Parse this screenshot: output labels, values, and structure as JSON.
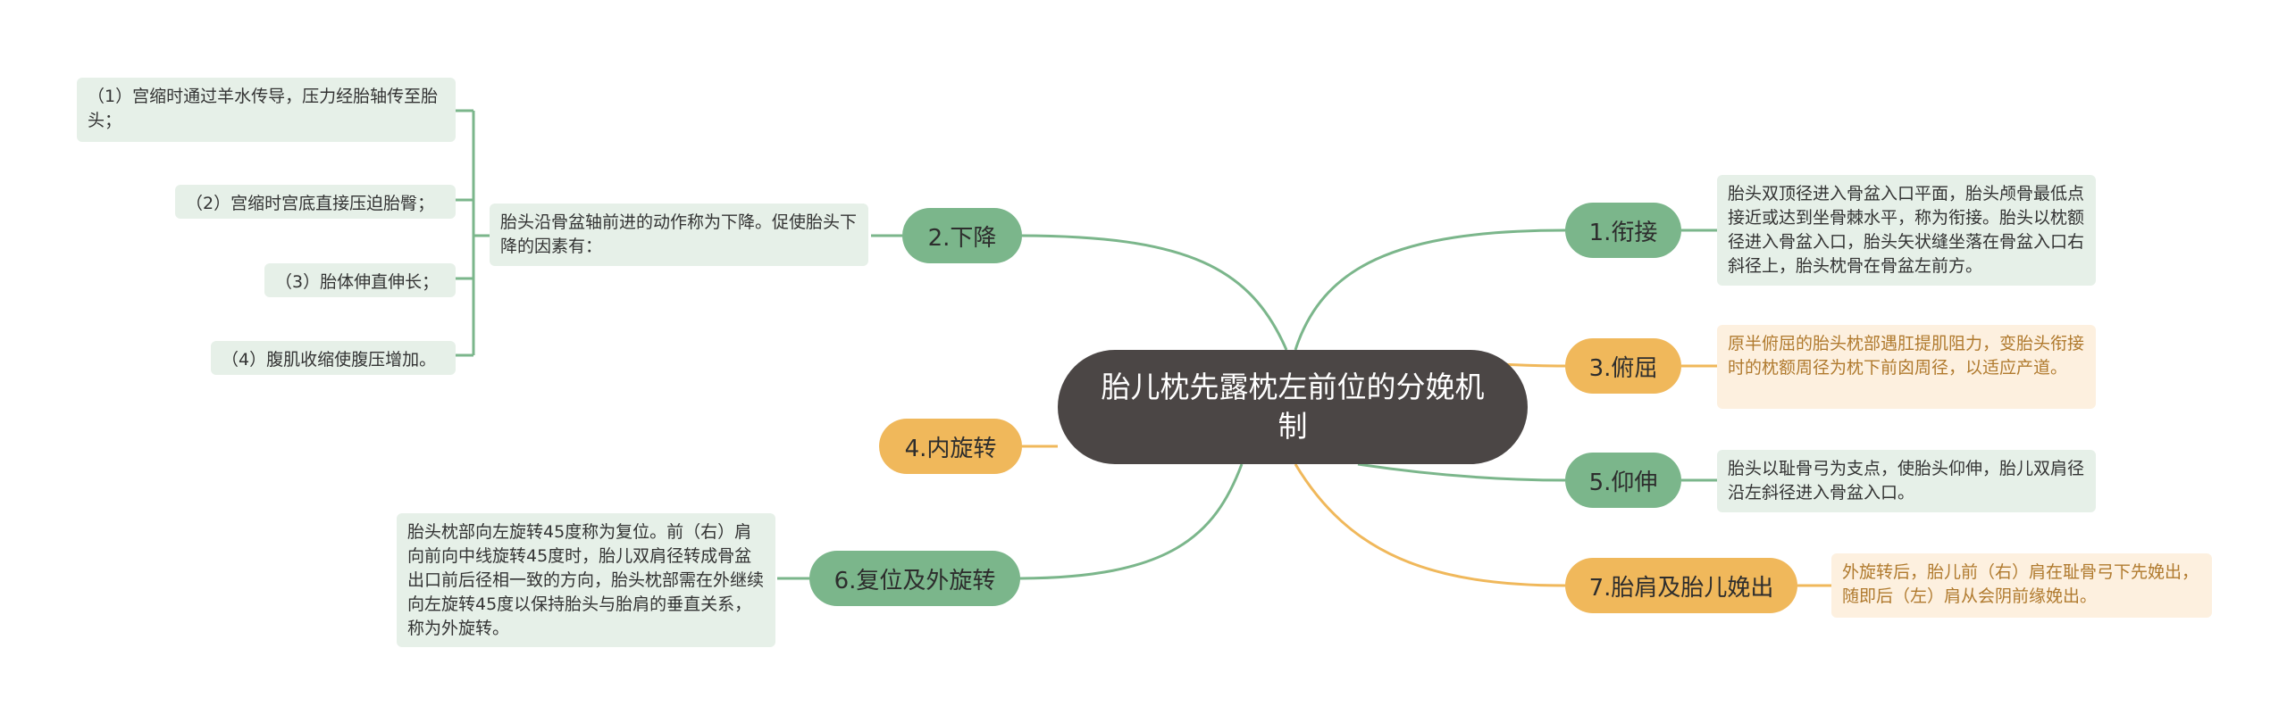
{
  "center": {
    "title": "胎儿枕先露枕左前位的分娩机制"
  },
  "branches": [
    {
      "label": "1.衔接",
      "note": "胎头双顶径进入骨盆入口平面，胎头颅骨最低点接近或达到坐骨棘水平，称为衔接。胎头以枕额径进入骨盆入口，胎头矢状缝坐落在骨盆入口右斜径上，胎头枕骨在骨盆左前方。"
    },
    {
      "label": "2.下降",
      "note": "胎头沿骨盆轴前进的动作称为下降。促使胎头下降的因素有：",
      "children": [
        "（1）宫缩时通过羊水传导，压力经胎轴传至胎头；",
        "（2）宫缩时宫底直接压迫胎臀；",
        "（3）胎体伸直伸长；",
        "（4）腹肌收缩使腹压增加。"
      ]
    },
    {
      "label": "3.俯屈",
      "note": "原半俯屈的胎头枕部遇肛提肌阻力，变胎头衔接时的枕额周径为枕下前囟周径，以适应产道。"
    },
    {
      "label": "4.内旋转"
    },
    {
      "label": "5.仰伸",
      "note": "胎头以耻骨弓为支点，使胎头仰伸，胎儿双肩径沿左斜径进入骨盆入口。"
    },
    {
      "label": "6.复位及外旋转",
      "note": "胎头枕部向左旋转45度称为复位。前（右）肩向前向中线旋转45度时，胎儿双肩径转成骨盆出口前后径相一致的方向，胎头枕部需在外继续向左旋转45度以保持胎头与胎肩的垂直关系，称为外旋转。"
    },
    {
      "label": "7.胎肩及胎儿娩出",
      "note": "外旋转后，胎儿前（右）肩在耻骨弓下先娩出，随即后（左）肩从会阴前缘娩出。"
    }
  ],
  "colors": {
    "green": "#7bb68b",
    "orange": "#f0b85b",
    "center": "#4b4645"
  }
}
